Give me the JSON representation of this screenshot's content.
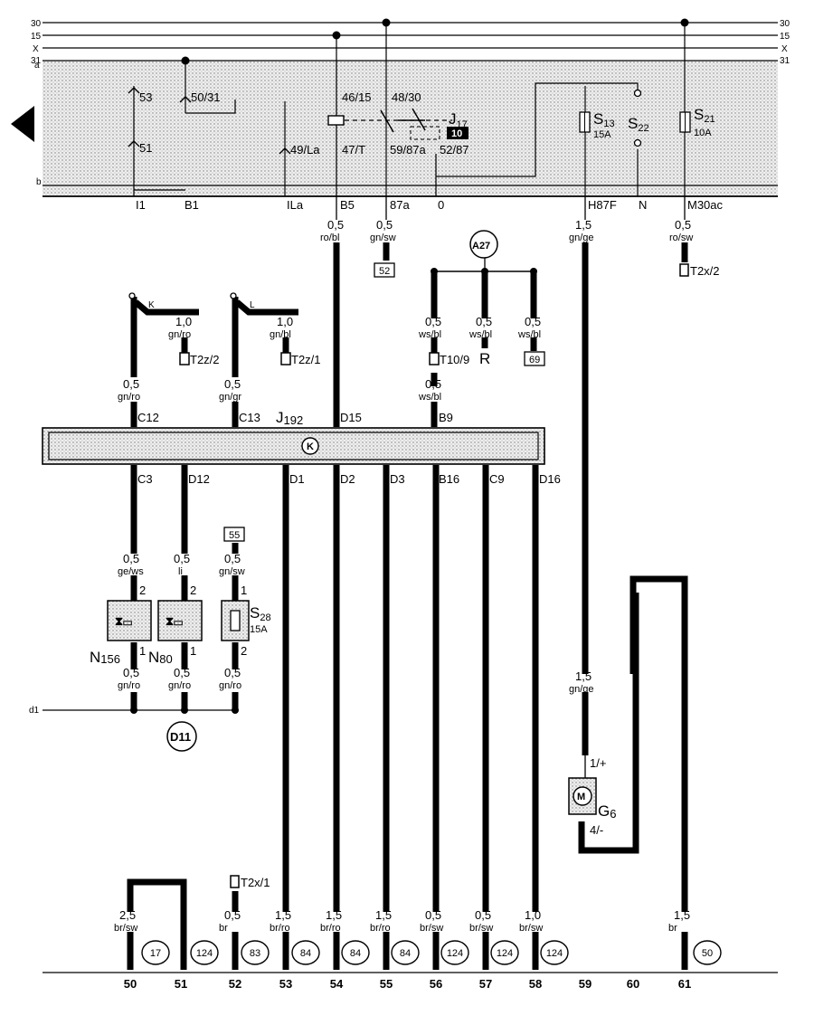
{
  "rails": [
    "30",
    "15",
    "X",
    "31"
  ],
  "rail_a": "a",
  "rail_b": "b",
  "rail_d1": "d1",
  "relay_panel": {
    "s53": "53",
    "s51": "51",
    "s5031": "50/31",
    "p4615": "46/15",
    "p4830": "48/30",
    "p4915": "49/La",
    "p47t": "47/T",
    "p5987": "59/87a",
    "p5287": "52/87",
    "j17": "J",
    "j17_sub": "17",
    "j17_badge": "10",
    "s13": "S",
    "s13_sub": "13",
    "s13_amp": "15A",
    "s22": "S",
    "s22_sub": "22",
    "s21": "S",
    "s21_sub": "21",
    "s21_amp": "10A"
  },
  "bottom_terms": [
    "I1",
    "B1",
    "ILa",
    "B5",
    "87a",
    "0",
    "H87F",
    "N",
    "M30ac"
  ],
  "wires_top": [
    {
      "size": "0,5",
      "color": "ro/bl"
    },
    {
      "size": "0,5",
      "color": "gn/sw"
    },
    {
      "size": "1,5",
      "color": "gn/ge"
    },
    {
      "size": "0,5",
      "color": "ro/sw"
    }
  ],
  "refs": {
    "r52": "52",
    "r69": "69",
    "r55": "55",
    "t2x2": "T2x/2",
    "t2x1": "T2x/1",
    "t2z2": "T2z/2",
    "t2z1": "T2z/1",
    "t109": "T10/9",
    "r": "R",
    "a27": "A27",
    "d11": "D11"
  },
  "sensors": {
    "k": "K",
    "l": "L",
    "k_wire": {
      "size": "1,0",
      "color": "gn/ro"
    },
    "l_wire": {
      "size": "1,0",
      "color": "gn/bl"
    },
    "k_down": {
      "size": "0,5",
      "color": "gn/ro"
    },
    "l_down": {
      "size": "0,5",
      "color": "gn/gr"
    }
  },
  "a27_wires": [
    {
      "size": "0,5",
      "color": "ws/bl"
    },
    {
      "size": "0,5",
      "color": "ws/bl"
    },
    {
      "size": "0,5",
      "color": "ws/bl"
    }
  ],
  "t109_down": {
    "size": "0,5",
    "color": "ws/bl"
  },
  "ecu": {
    "name": "J",
    "sub": "192",
    "mark": "K",
    "top_pins": [
      "C12",
      "C13",
      "D15",
      "B9"
    ],
    "bottom_pins": [
      "C3",
      "D12",
      "D1",
      "D2",
      "D3",
      "B16",
      "C9",
      "D16"
    ]
  },
  "valves": [
    {
      "wire_top": {
        "size": "0,5",
        "color": "ge/ws"
      },
      "pin_top": "2",
      "pin_bot": "1",
      "name": "N",
      "sub": "156",
      "wire_bot": {
        "size": "0,5",
        "color": "gn/ro"
      }
    },
    {
      "wire_top": {
        "size": "0,5",
        "color": "li"
      },
      "pin_top": "2",
      "pin_bot": "1",
      "name": "N",
      "sub": "80",
      "wire_bot": {
        "size": "0,5",
        "color": "gn/ro"
      }
    },
    {
      "wire_top": {
        "size": "0,5",
        "color": "gn/sw"
      },
      "pin_top": "1",
      "pin_bot": "2",
      "name": "S",
      "sub": "28",
      "amp": "15A",
      "wire_bot": {
        "size": "0,5",
        "color": "gn/ro"
      }
    }
  ],
  "motor": {
    "wire": {
      "size": "1,5",
      "color": "gn/ge"
    },
    "pin_plus": "1/+",
    "pin_minus": "4/-",
    "name": "G",
    "sub": "6",
    "mark": "M"
  },
  "bottom_wires": [
    {
      "size": "2,5",
      "color": "br/sw"
    },
    {
      "size": "0,5",
      "color": "br"
    },
    {
      "size": "1,5",
      "color": "br/ro"
    },
    {
      "size": "1,5",
      "color": "br/ro"
    },
    {
      "size": "1,5",
      "color": "br/ro"
    },
    {
      "size": "0,5",
      "color": "br/sw"
    },
    {
      "size": "0,5",
      "color": "br/sw"
    },
    {
      "size": "1,0",
      "color": "br/sw"
    },
    {
      "size": "1,5",
      "color": "br"
    }
  ],
  "circles": [
    "17",
    "124",
    "83",
    "84",
    "84",
    "84",
    "124",
    "124",
    "124",
    "50"
  ],
  "ground_numbers": [
    "50",
    "51",
    "52",
    "53",
    "54",
    "55",
    "56",
    "57",
    "58",
    "59",
    "60",
    "61"
  ]
}
